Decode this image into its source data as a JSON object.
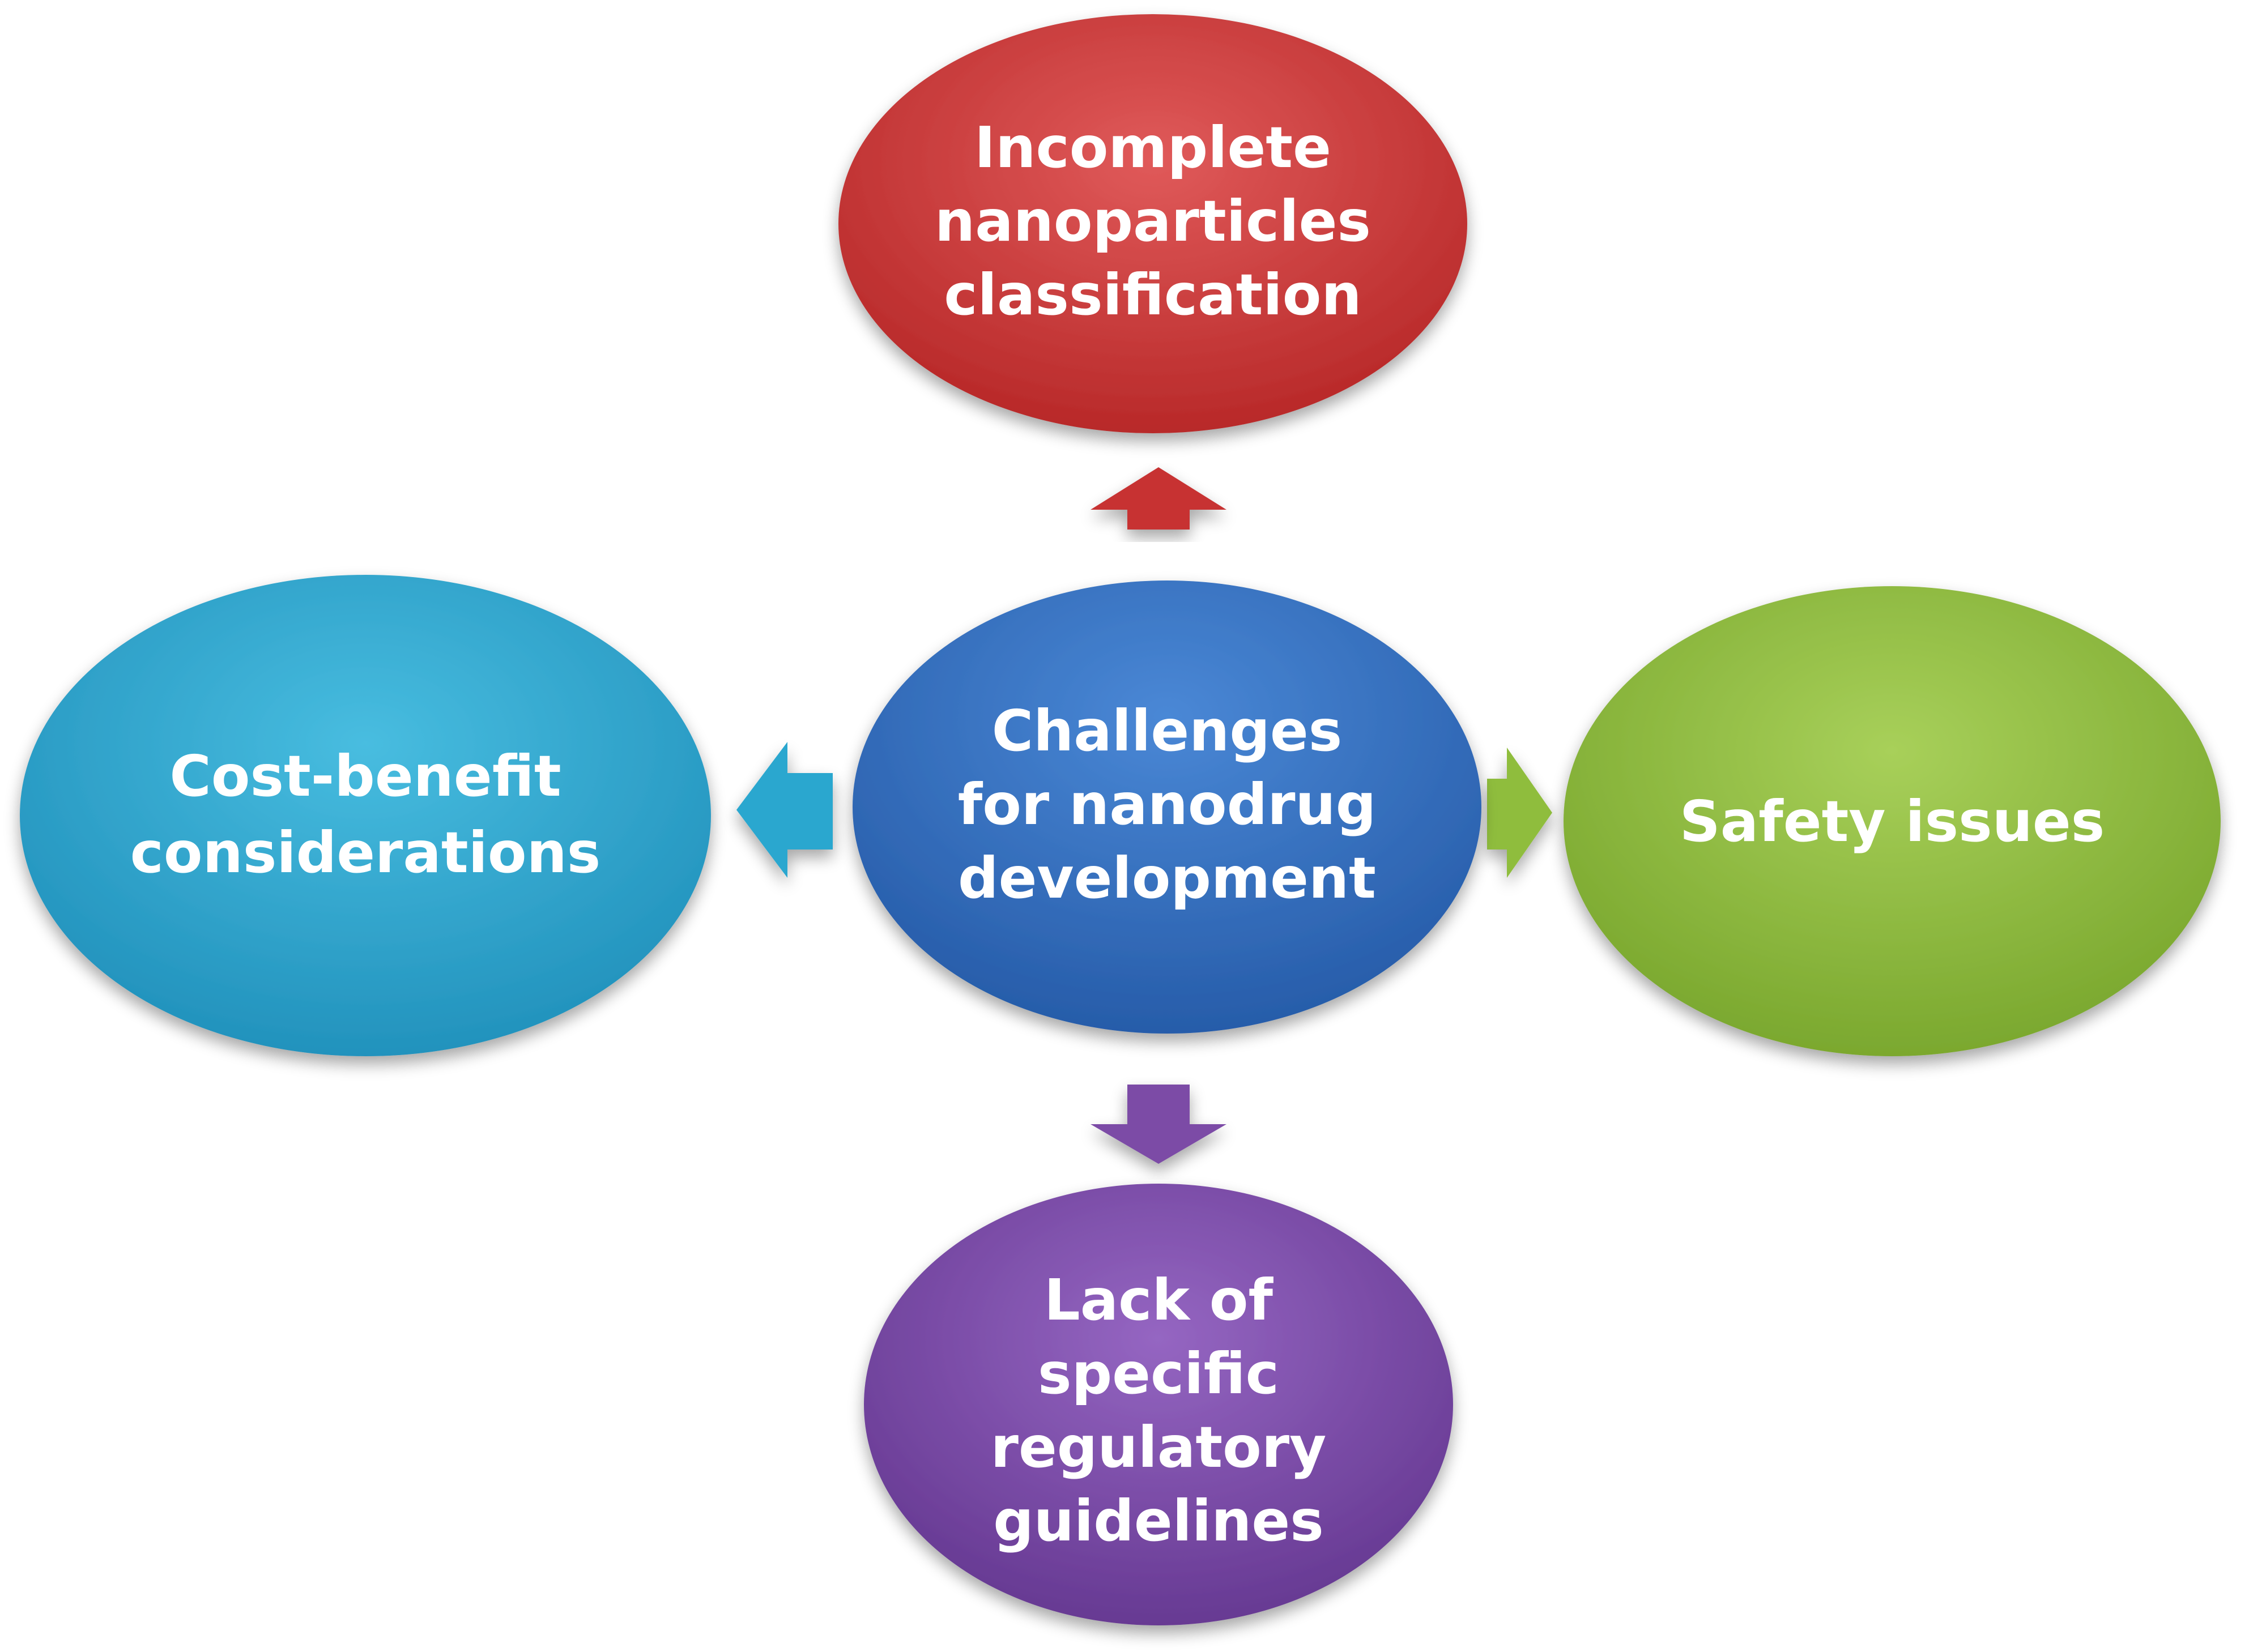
{
  "diagram": {
    "center": {
      "lines": [
        "Challenges",
        "for nanodrug",
        "development"
      ],
      "color": "#2f6fbe"
    },
    "nodes": {
      "top": {
        "lines": [
          "Incomplete",
          "nanoparticles",
          "classification"
        ],
        "color": "#c73232"
      },
      "left": {
        "lines": [
          "Cost-benefit",
          "considerations"
        ],
        "color": "#2aa7cf"
      },
      "right": {
        "lines": [
          "Safety issues"
        ],
        "color": "#8fbd3c"
      },
      "bottom": {
        "lines": [
          "Lack of",
          "specific",
          "regulatory",
          "guidelines"
        ],
        "color": "#7b4ba6"
      }
    },
    "arrows": {
      "top": {
        "direction": "up",
        "color": "#c73232"
      },
      "left": {
        "direction": "left",
        "color": "#2aa7cf"
      },
      "right": {
        "direction": "right",
        "color": "#8fbd3c"
      },
      "bottom": {
        "direction": "down",
        "color": "#7b4ba6"
      }
    }
  }
}
